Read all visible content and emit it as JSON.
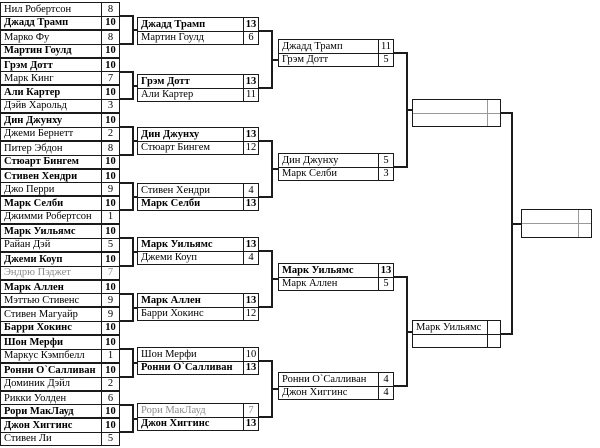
{
  "colors": {
    "background": "#ffffff",
    "border": "#1a1a1a",
    "text": "#000000",
    "eliminated_grey": "#8a8a8a",
    "empty_divider": "#9a9a9a"
  },
  "bracket": {
    "rounds": [
      {
        "name": "round_of_32",
        "matches": [
          {
            "players": [
              {
                "name": "Нил Робертсон",
                "score": "8",
                "bold": false,
                "grey": false
              },
              {
                "name": "Джадд Трамп",
                "score": "10",
                "bold": true,
                "grey": false
              }
            ]
          },
          {
            "players": [
              {
                "name": "Марко Фу",
                "score": "8",
                "bold": false,
                "grey": false
              },
              {
                "name": "Мартин Гоулд",
                "score": "10",
                "bold": true,
                "grey": false
              }
            ]
          },
          {
            "players": [
              {
                "name": "Грэм Дотт",
                "score": "10",
                "bold": true,
                "grey": false
              },
              {
                "name": "Марк Кинг",
                "score": "7",
                "bold": false,
                "grey": false
              }
            ]
          },
          {
            "players": [
              {
                "name": "Али Картер",
                "score": "10",
                "bold": true,
                "grey": false
              },
              {
                "name": "Дэйв Харольд",
                "score": "3",
                "bold": false,
                "grey": false
              }
            ]
          },
          {
            "players": [
              {
                "name": "Дин Джунху",
                "score": "10",
                "bold": true,
                "grey": false
              },
              {
                "name": "Джеми Бернетт",
                "score": "2",
                "bold": false,
                "grey": false
              }
            ]
          },
          {
            "players": [
              {
                "name": "Питер Эбдон",
                "score": "8",
                "bold": false,
                "grey": false
              },
              {
                "name": "Стюарт Бингем",
                "score": "10",
                "bold": true,
                "grey": false
              }
            ]
          },
          {
            "players": [
              {
                "name": "Стивен Хендри",
                "score": "10",
                "bold": true,
                "grey": false
              },
              {
                "name": "Джо Перри",
                "score": "9",
                "bold": false,
                "grey": false
              }
            ]
          },
          {
            "players": [
              {
                "name": "Марк Селби",
                "score": "10",
                "bold": true,
                "grey": false
              },
              {
                "name": "Джимми Робертсон",
                "score": "1",
                "bold": false,
                "grey": false
              }
            ]
          },
          {
            "players": [
              {
                "name": "Марк Уильямс",
                "score": "10",
                "bold": true,
                "grey": false
              },
              {
                "name": "Райан Дэй",
                "score": "5",
                "bold": false,
                "grey": false
              }
            ]
          },
          {
            "players": [
              {
                "name": "Джеми Коуп",
                "score": "10",
                "bold": true,
                "grey": false
              },
              {
                "name": "Эндрю Пэджет",
                "score": "7",
                "bold": false,
                "grey": true
              }
            ]
          },
          {
            "players": [
              {
                "name": "Марк Аллен",
                "score": "10",
                "bold": true,
                "grey": false
              },
              {
                "name": "Мэттью Стивенс",
                "score": "9",
                "bold": false,
                "grey": false
              }
            ]
          },
          {
            "players": [
              {
                "name": "Стивен Магуайр",
                "score": "9",
                "bold": false,
                "grey": false
              },
              {
                "name": "Барри Хокинс",
                "score": "10",
                "bold": true,
                "grey": false
              }
            ]
          },
          {
            "players": [
              {
                "name": "Шон Мерфи",
                "score": "10",
                "bold": true,
                "grey": false
              },
              {
                "name": "Маркус Кэмпбелл",
                "score": "1",
                "bold": false,
                "grey": false
              }
            ]
          },
          {
            "players": [
              {
                "name": "Ронни О`Салливан",
                "score": "10",
                "bold": true,
                "grey": false
              },
              {
                "name": "Доминик Дэйл",
                "score": "2",
                "bold": false,
                "grey": false
              }
            ]
          },
          {
            "players": [
              {
                "name": "Рикки Уолден",
                "score": "6",
                "bold": false,
                "grey": false
              },
              {
                "name": "Рори МакЛауд",
                "score": "10",
                "bold": true,
                "grey": false
              }
            ]
          },
          {
            "players": [
              {
                "name": "Джон Хиггинс",
                "score": "10",
                "bold": true,
                "grey": false
              },
              {
                "name": "Стивен Ли",
                "score": "5",
                "bold": false,
                "grey": false
              }
            ]
          }
        ]
      },
      {
        "name": "round_of_16",
        "matches": [
          {
            "players": [
              {
                "name": "Джадд Трамп",
                "score": "13",
                "bold": true,
                "grey": false
              },
              {
                "name": "Мартин Гоулд",
                "score": "6",
                "bold": false,
                "grey": false
              }
            ]
          },
          {
            "players": [
              {
                "name": "Грэм Дотт",
                "score": "13",
                "bold": true,
                "grey": false
              },
              {
                "name": "Али Картер",
                "score": "11",
                "bold": false,
                "grey": false
              }
            ]
          },
          {
            "players": [
              {
                "name": "Дин Джунху",
                "score": "13",
                "bold": true,
                "grey": false
              },
              {
                "name": "Стюарт Бингем",
                "score": "12",
                "bold": false,
                "grey": false
              }
            ]
          },
          {
            "players": [
              {
                "name": "Стивен Хендри",
                "score": "4",
                "bold": false,
                "grey": false
              },
              {
                "name": "Марк Селби",
                "score": "13",
                "bold": true,
                "grey": false
              }
            ]
          },
          {
            "players": [
              {
                "name": "Марк Уильямс",
                "score": "13",
                "bold": true,
                "grey": false
              },
              {
                "name": "Джеми Коуп",
                "score": "4",
                "bold": false,
                "grey": false
              }
            ]
          },
          {
            "players": [
              {
                "name": "Марк Аллен",
                "score": "13",
                "bold": true,
                "grey": false
              },
              {
                "name": "Барри Хокинс",
                "score": "12",
                "bold": false,
                "grey": false
              }
            ]
          },
          {
            "players": [
              {
                "name": "Шон Мерфи",
                "score": "10",
                "bold": false,
                "grey": false
              },
              {
                "name": "Ронни О`Салливан",
                "score": "13",
                "bold": true,
                "grey": false
              }
            ]
          },
          {
            "players": [
              {
                "name": "Рори МакЛауд",
                "score": "7",
                "bold": false,
                "grey": true
              },
              {
                "name": "Джон Хиггинс",
                "score": "13",
                "bold": true,
                "grey": false
              }
            ]
          }
        ]
      },
      {
        "name": "quarterfinals",
        "matches": [
          {
            "players": [
              {
                "name": "Джадд Трамп",
                "score": "11",
                "bold": false,
                "grey": false
              },
              {
                "name": "Грэм Дотт",
                "score": "5",
                "bold": false,
                "grey": false
              }
            ]
          },
          {
            "players": [
              {
                "name": "Дин Джунху",
                "score": "5",
                "bold": false,
                "grey": false
              },
              {
                "name": "Марк Селби",
                "score": "3",
                "bold": false,
                "grey": false
              }
            ]
          },
          {
            "players": [
              {
                "name": "Марк Уильямс",
                "score": "13",
                "bold": true,
                "grey": false
              },
              {
                "name": "Марк Аллен",
                "score": "5",
                "bold": false,
                "grey": false
              }
            ]
          },
          {
            "players": [
              {
                "name": "Ронни О`Салливан",
                "score": "4",
                "bold": false,
                "grey": false
              },
              {
                "name": "Джон Хиггинс",
                "score": "4",
                "bold": false,
                "grey": false
              }
            ]
          }
        ]
      },
      {
        "name": "semifinals",
        "matches": [
          {
            "players": [
              {
                "name": "",
                "score": "",
                "bold": false,
                "grey": false
              },
              {
                "name": "",
                "score": "",
                "bold": false,
                "grey": false
              }
            ]
          },
          {
            "players": [
              {
                "name": "Марк Уильямс",
                "score": "",
                "bold": false,
                "grey": false
              },
              {
                "name": "",
                "score": "",
                "bold": false,
                "grey": false
              }
            ]
          }
        ]
      },
      {
        "name": "final",
        "matches": [
          {
            "players": [
              {
                "name": "",
                "score": "",
                "bold": false,
                "grey": false
              },
              {
                "name": "",
                "score": "",
                "bold": false,
                "grey": false
              }
            ]
          }
        ]
      }
    ]
  }
}
